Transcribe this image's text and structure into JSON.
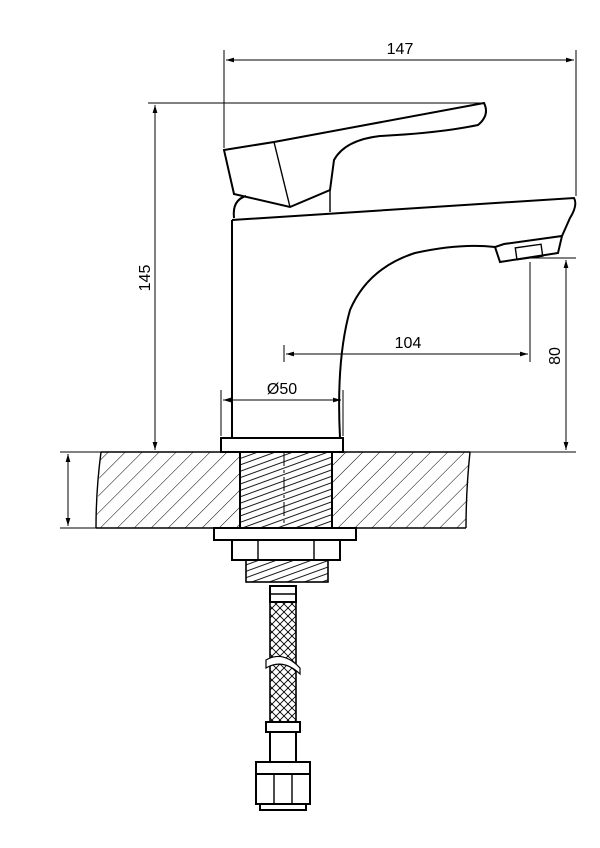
{
  "dimensions": {
    "overall_width": "147",
    "overall_height": "145",
    "spout_reach": "104",
    "spout_height": "80",
    "base_diameter": "Ø50"
  },
  "icons": {
    "faucet": "faucet-icon",
    "hose": "braided-hose-icon",
    "nut": "hex-nut-icon"
  }
}
